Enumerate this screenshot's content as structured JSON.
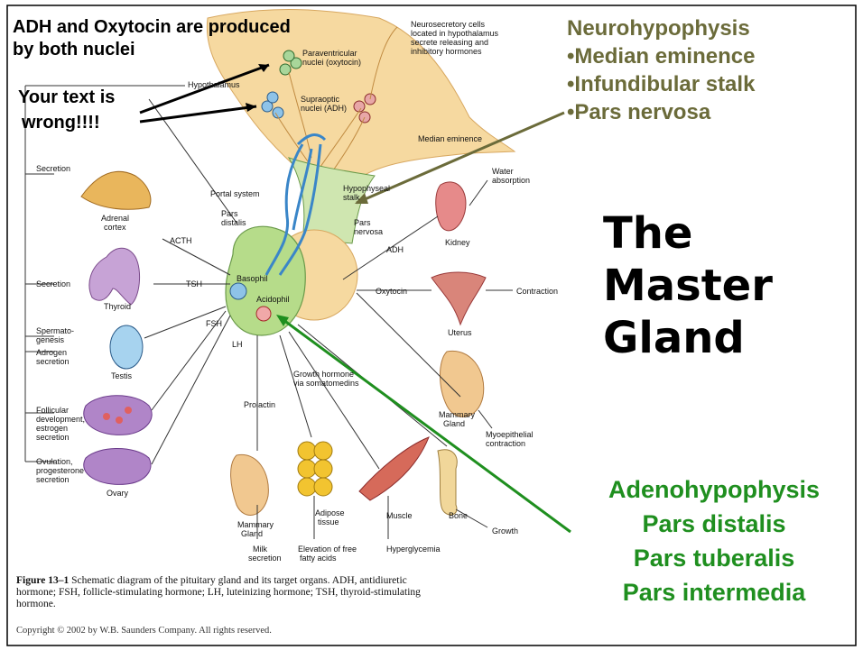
{
  "overlay": {
    "top_note_line1": "ADH and Oxytocin are produced",
    "top_note_line2": "by both nuclei",
    "wrong_line1": "Your text is",
    "wrong_line2": "wrong!!!!",
    "neuro_title": "Neurohypophysis",
    "neuro_items": [
      "•Median eminence",
      "•Infundibular stalk",
      "•Pars nervosa"
    ],
    "master_lines": [
      "The",
      "Master",
      "Gland"
    ],
    "adeno_items": [
      "Adenohypophysis",
      "Pars distalis",
      "Pars tuberalis",
      "Pars intermedia"
    ]
  },
  "diagram": {
    "paraventricular": "Paraventricular nuclei (oxytocin)",
    "paraventricular_l1": "Paraventricular",
    "paraventricular_l2": "nuclei (oxytocin)",
    "neurosecretory_l1": "Neurosecretory cells",
    "neurosecretory_l2": "located in hypothalamus",
    "neurosecretory_l3": "secrete releasing and",
    "neurosecretory_l4": "inhibitory hormones",
    "hypothalamus": "Hypothalamus",
    "supraoptic_l1": "Supraoptic",
    "supraoptic_l2": "nuclei (ADH)",
    "median_eminence": "Median eminence",
    "secretion_top": "Secretion",
    "adrenal_l1": "Adrenal",
    "adrenal_l2": "cortex",
    "portal_system": "Portal system",
    "hypophyseal_l1": "Hypophyseal",
    "hypophyseal_l2": "stalk",
    "water_l1": "Water",
    "water_l2": "absorption",
    "pars_distalis_l1": "Pars",
    "pars_distalis_l2": "distalis",
    "pars_nervosa_l1": "Pars",
    "pars_nervosa_l2": "nervosa",
    "acth": "ACTH",
    "adh": "ADH",
    "kidney": "Kidney",
    "basophil": "Basophil",
    "acidophil": "Acidophil",
    "secretion_mid": "Secretion",
    "tsh": "TSH",
    "thyroid": "Thyroid",
    "oxytocin": "Oxytocin",
    "contraction": "Contraction",
    "uterus": "Uterus",
    "fsh": "FSH",
    "lh": "LH",
    "spermato_l1": "Spermato-",
    "spermato_l2": "genesis",
    "adrogen_l1": "Adrogen",
    "adrogen_l2": "secretion",
    "testis": "Testis",
    "growth_hormone_l1": "Growth hormone",
    "growth_hormone_l2": "via somatomedins",
    "mammary_r_l1": "Mammary",
    "mammary_r_l2": "Gland",
    "myoepithelial_l1": "Myoepithelial",
    "myoepithelial_l2": "contraction",
    "follicular_l1": "Follicular",
    "follicular_l2": "development,",
    "follicular_l3": "estrogen",
    "follicular_l4": "secretion",
    "prolactin": "Prolactin",
    "ovulation_l1": "Ovulation,",
    "ovulation_l2": "progesterone",
    "ovulation_l3": "secretion",
    "ovary": "Ovary",
    "mammary_b_l1": "Mammary",
    "mammary_b_l2": "Gland",
    "adipose_l1": "Adipose",
    "adipose_l2": "tissue",
    "muscle": "Muscle",
    "bone": "Bone",
    "growth": "Growth",
    "milk_l1": "Milk",
    "milk_l2": "secretion",
    "elevation_l1": "Elevation of free",
    "elevation_l2": "fatty acids",
    "hyperglycemia": "Hyperglycemia"
  },
  "caption": {
    "figure_label": "Figure 13–1",
    "text_line1": " Schematic diagram of the pituitary gland and its target organs. ADH, antidiuretic",
    "text_line2": "hormone; FSH, follicle-stimulating hormone; LH, luteinizing hormone; TSH, thyroid-stimulating",
    "text_line3": "hormone.",
    "copyright": "Copyright © 2002 by W.B. Saunders Company. All rights reserved."
  },
  "colors": {
    "neuro_text": "#6b6b3a",
    "adeno_text": "#1f8f1f",
    "hypothalamus_fill": "#f6d9a0",
    "pituitary_green": "#b6dc8a",
    "vessel_blue": "#3a86c8",
    "border": "#000000"
  }
}
